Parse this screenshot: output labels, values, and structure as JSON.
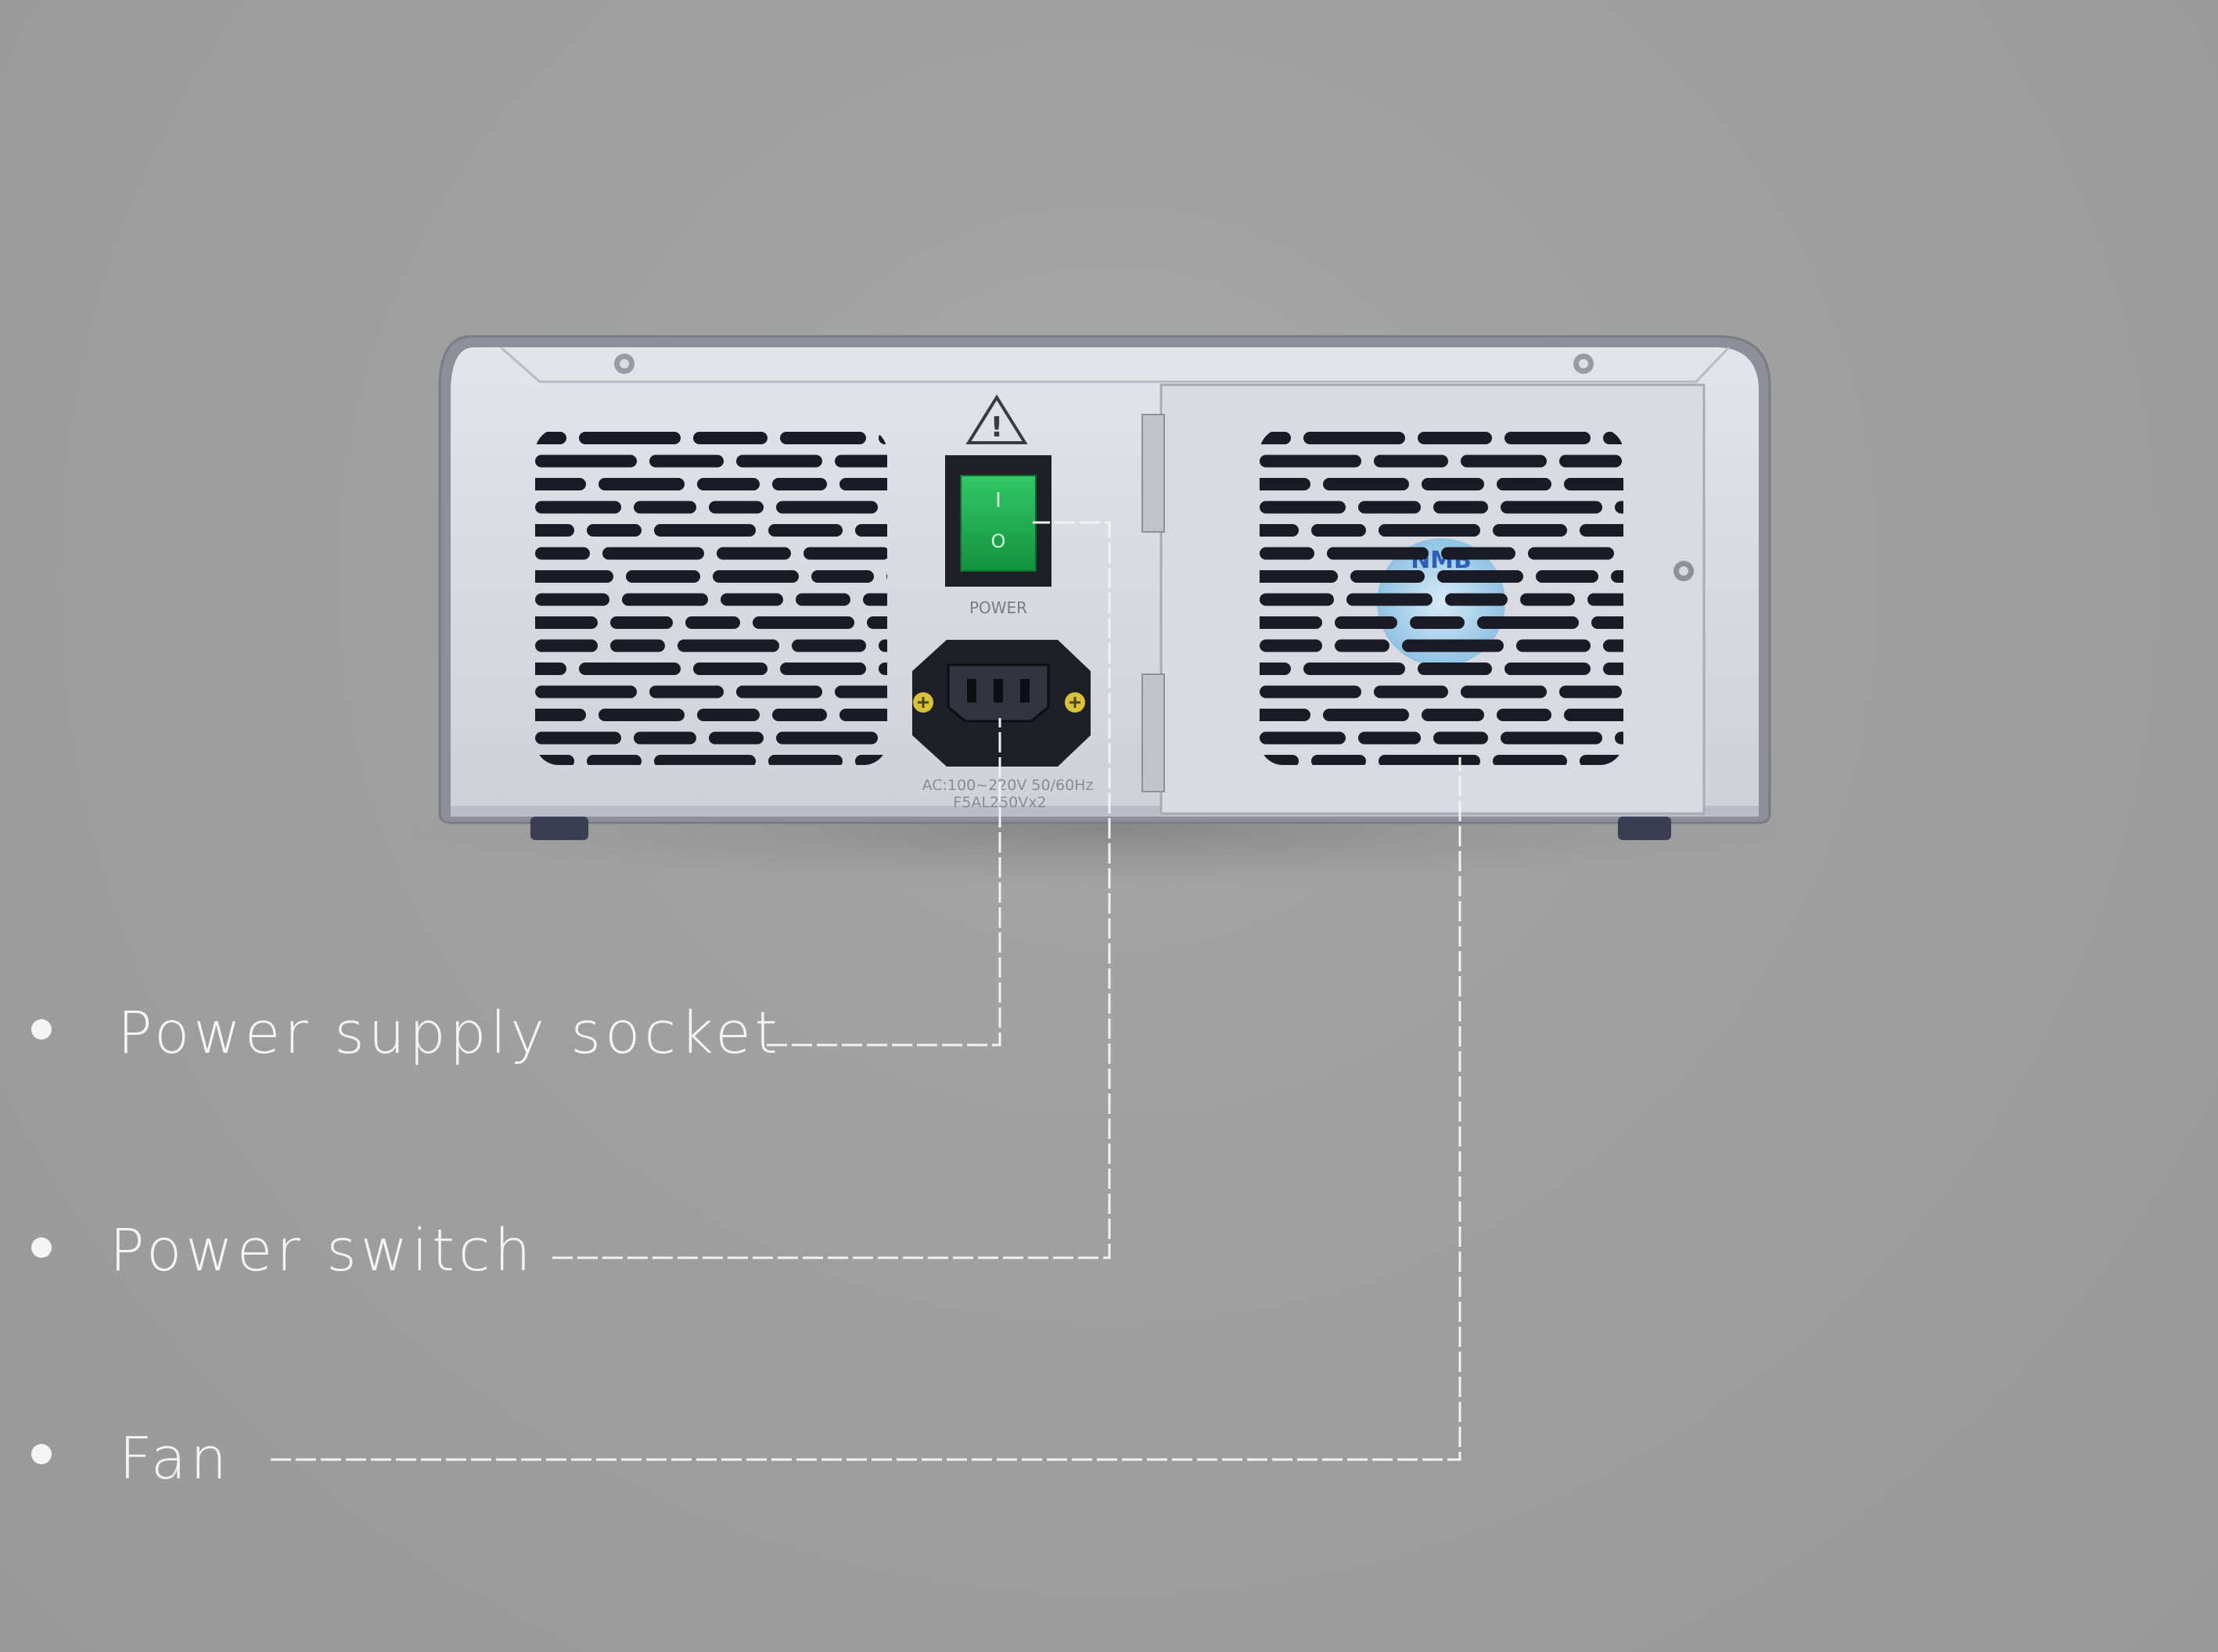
{
  "device": {
    "switch_label": "POWER",
    "switch_on_symbol": "I",
    "switch_off_symbol": "O",
    "rating_line1": "AC:100~220V 50/60Hz",
    "rating_line2": "F5AL250Vx2",
    "fan_brand": "NMB",
    "warning_symbol": "!"
  },
  "callouts": [
    {
      "label": "Power supply socket"
    },
    {
      "label": "Power switch"
    },
    {
      "label": "Fan"
    }
  ],
  "colors": {
    "background": "#a0a0a0",
    "panel": "#d7d7de",
    "switch_green": "#1ea84b",
    "leader_line": "#f2f2f2",
    "label_text": "#f4f4f4"
  }
}
